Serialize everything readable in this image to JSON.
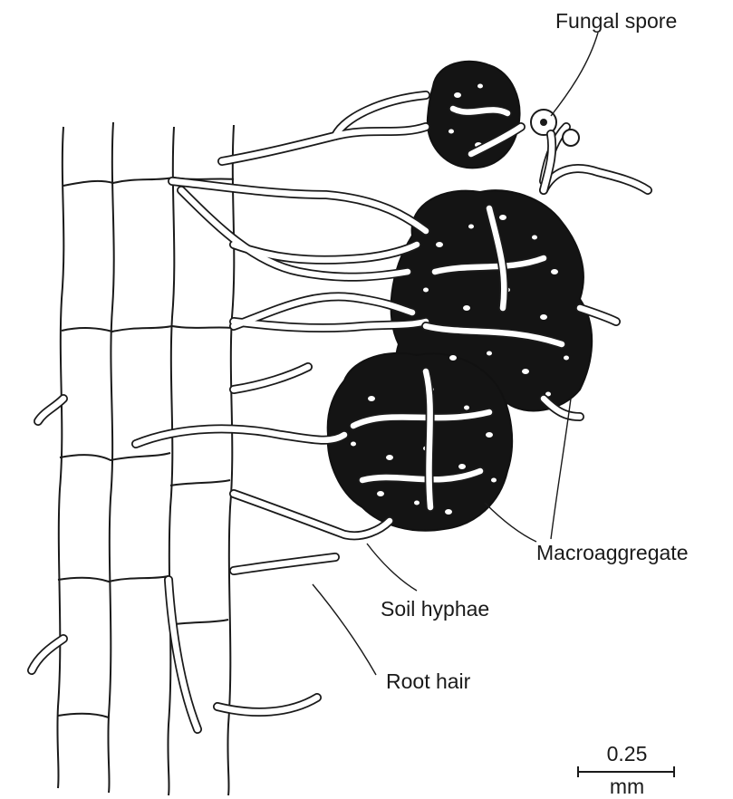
{
  "labels": {
    "fungal_spore": "Fungal spore",
    "macroaggregate": "Macroaggregate",
    "soil_hyphae": "Soil hyphae",
    "root_hair": "Root hair"
  },
  "scale_bar": {
    "value": "0.25",
    "unit": "mm"
  },
  "colors": {
    "ink": "#1a1a1a",
    "background": "#ffffff"
  }
}
